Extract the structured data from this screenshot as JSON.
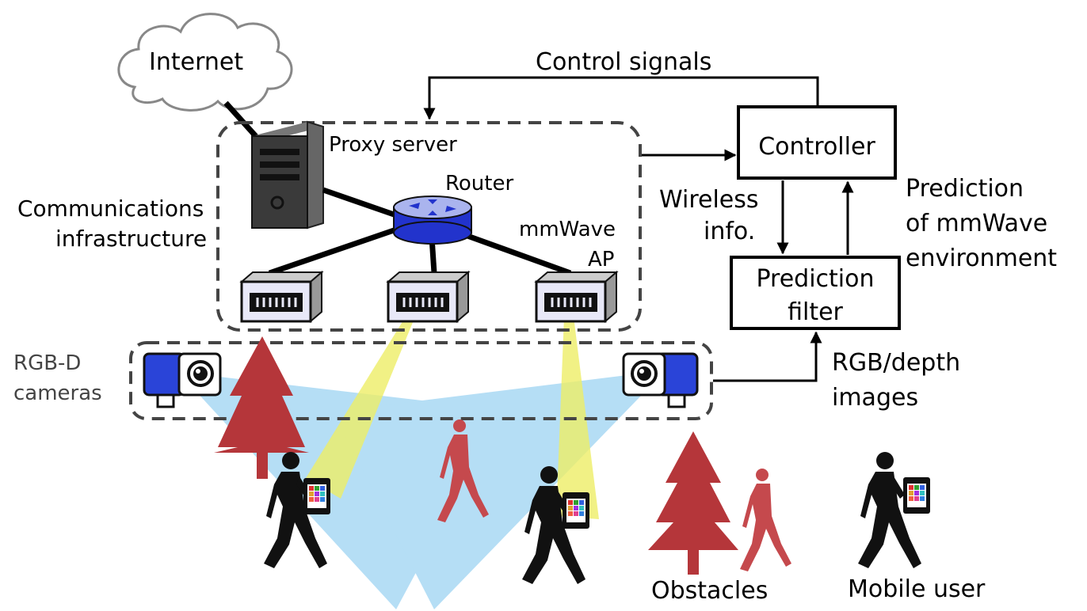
{
  "labels": {
    "internet": "Internet",
    "control_signals": "Control signals",
    "proxy_server": "Proxy server",
    "router": "Router",
    "comm_infra_1": "Communications",
    "comm_infra_2": "infrastructure",
    "mmwave_ap_1": "mmWave",
    "mmwave_ap_2": "AP",
    "controller": "Controller",
    "wireless_info_1": "Wireless",
    "wireless_info_2": "info.",
    "prediction_env_1": "Prediction",
    "prediction_env_2": "of mmWave",
    "prediction_env_3": "environment",
    "prediction_filter_1": "Prediction",
    "prediction_filter_2": "filter",
    "rgbd_cameras_1": "RGB-D",
    "rgbd_cameras_2": "cameras",
    "rgb_depth_1": "RGB/depth",
    "rgb_depth_2": "images",
    "obstacles": "Obstacles",
    "mobile_user": "Mobile user"
  },
  "colors": {
    "tree_obstacle": "#b5363a",
    "pedestrian_obstacle": "#c5494d",
    "camera_fov": "#8ecdf0",
    "ap_beam": "#eeee66",
    "router_blue": "#2233cc",
    "camera_blue": "#2a44d8",
    "server_body": "#3a3a3a"
  },
  "icons": [
    "cloud-icon",
    "server-icon",
    "router-icon",
    "ap-icon",
    "camera-icon",
    "tree-icon",
    "person-icon",
    "tablet-icon"
  ]
}
